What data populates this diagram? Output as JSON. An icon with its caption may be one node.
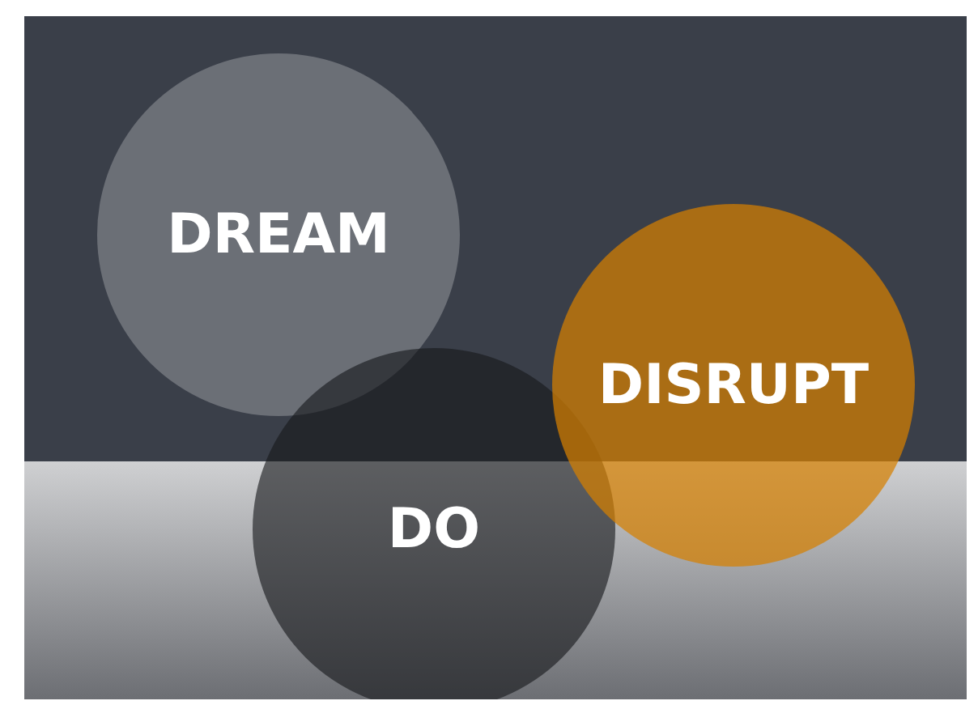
{
  "diagram": {
    "nodes": [
      {
        "text": [
          "DREAM"
        ]
      },
      {
        "text": [
          "DISRUPT"
        ]
      },
      {
        "text": [
          "DO"
        ]
      }
    ]
  }
}
